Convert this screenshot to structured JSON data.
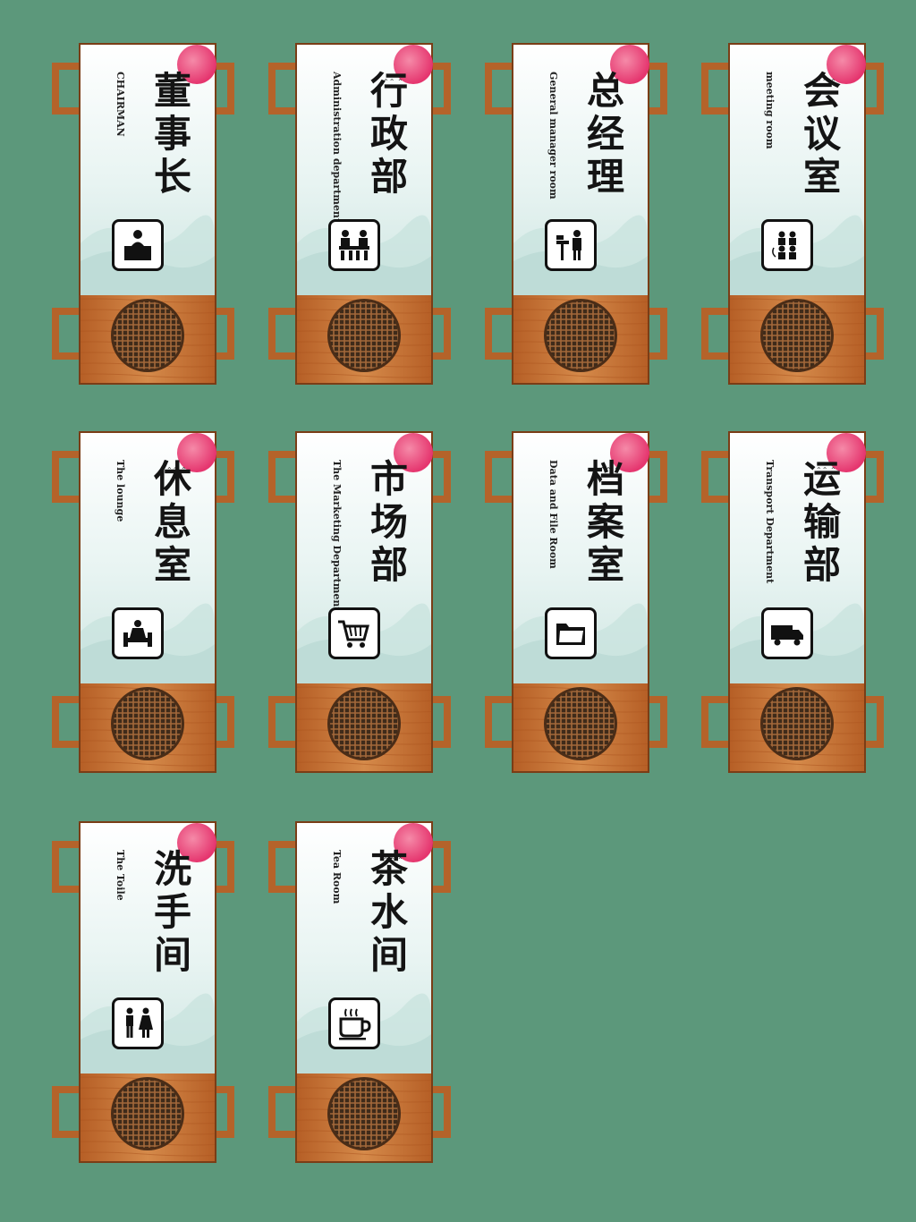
{
  "signs": [
    {
      "chinese": "董事长",
      "english": "CHAIRMAN",
      "icon": "boss-desk-icon"
    },
    {
      "chinese": "行政部",
      "english": "Administration department",
      "icon": "meeting-people-icon"
    },
    {
      "chinese": "总经理",
      "english": "General manager room",
      "icon": "manager-office-icon"
    },
    {
      "chinese": "会议室",
      "english": "meeting room",
      "icon": "conference-table-icon"
    },
    {
      "chinese": "休息室",
      "english": "The lounge",
      "icon": "lounge-sofa-icon"
    },
    {
      "chinese": "市场部",
      "english": "The Marketing Department",
      "icon": "shopping-cart-icon"
    },
    {
      "chinese": "档案室",
      "english": "Data and File Room",
      "icon": "folder-icon"
    },
    {
      "chinese": "运输部",
      "english": "Transport Department",
      "icon": "truck-icon"
    },
    {
      "chinese": "洗手间",
      "english": "The Toile",
      "icon": "restroom-icon"
    },
    {
      "chinese": "茶水间",
      "english": "Tea Room",
      "icon": "tea-cup-icon"
    }
  ],
  "colors": {
    "background": "#5c987b",
    "wood": "#c4702f",
    "wood_dark": "#7a3d16",
    "lattice": "#3d2c1d",
    "sun": "#e8417a"
  }
}
